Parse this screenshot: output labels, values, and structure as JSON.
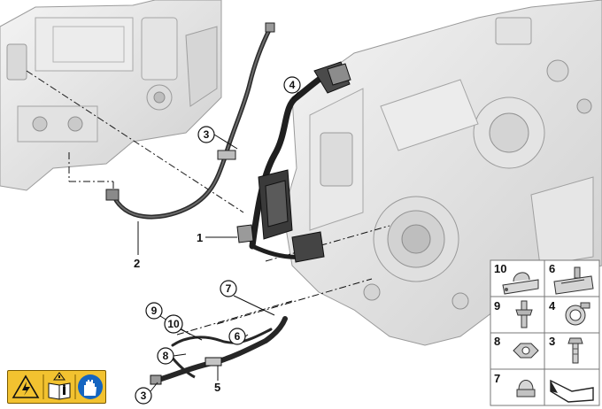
{
  "diagram": {
    "callouts": [
      {
        "id": "c4",
        "label": "4"
      },
      {
        "id": "c3a",
        "label": "3"
      },
      {
        "id": "c7",
        "label": "7"
      },
      {
        "id": "c9",
        "label": "9"
      },
      {
        "id": "c10",
        "label": "10"
      },
      {
        "id": "c6",
        "label": "6"
      },
      {
        "id": "c8",
        "label": "8"
      },
      {
        "id": "c3b",
        "label": "3"
      }
    ],
    "plain_labels": {
      "part1": "1",
      "part2": "2",
      "part5": "5"
    }
  },
  "legend": {
    "cells": [
      {
        "label": "10",
        "icon": "pipe-clamp-icon"
      },
      {
        "label": "6",
        "icon": "double-clip-icon"
      },
      {
        "label": "9",
        "icon": "stud-bolt-icon"
      },
      {
        "label": "4",
        "icon": "hose-clamp-icon"
      },
      {
        "label": "8",
        "icon": "hex-nut-icon"
      },
      {
        "label": "3",
        "icon": "hex-bolt-icon"
      },
      {
        "label": "7",
        "icon": "cap-nut-icon"
      },
      {
        "label": "",
        "icon": "direction-arrow-icon"
      }
    ]
  },
  "warning": {
    "icons": [
      "high-voltage-icon",
      "read-manual-icon",
      "wear-gloves-icon"
    ],
    "colors": {
      "background": "#f2c230",
      "border": "#7a5a00"
    }
  }
}
